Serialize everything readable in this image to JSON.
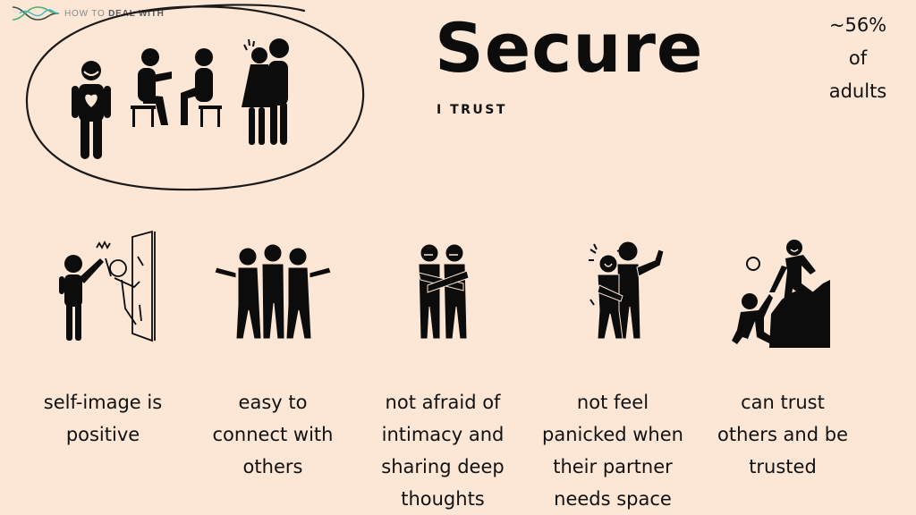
{
  "brand": {
    "logo_icon": "braided-strands-icon",
    "text_light": "HOW TO ",
    "text_bold": "DEAL WITH",
    "colors": {
      "dark": "#3b4a3a",
      "green": "#4caf6a",
      "teal": "#3fb8c9"
    }
  },
  "header": {
    "title": "Secure",
    "subtitle": "I TRUST"
  },
  "stat": {
    "line1": "~56%",
    "line2": "of",
    "line3": "adults"
  },
  "hero": {
    "icons": [
      "person-heart-icon",
      "seated-person-talking-icon",
      "seated-person-listening-icon",
      "comforting-hug-icon"
    ]
  },
  "traits": [
    {
      "icon": "high-five-mirror-icon",
      "label": "self-image is\npositive"
    },
    {
      "icon": "group-of-friends-icon",
      "label": "easy to\nconnect with\nothers"
    },
    {
      "icon": "two-people-embracing-icon",
      "label": "not afraid of\nintimacy and\nsharing deep\nthoughts"
    },
    {
      "icon": "comforting-partner-icon",
      "label": "not feel\npanicked when\ntheir partner\nneeds space"
    },
    {
      "icon": "helping-hand-climb-icon",
      "label": "can trust\nothers and be\ntrusted"
    }
  ],
  "colors": {
    "background": "#fce6d5",
    "ink": "#0c0c0c"
  }
}
